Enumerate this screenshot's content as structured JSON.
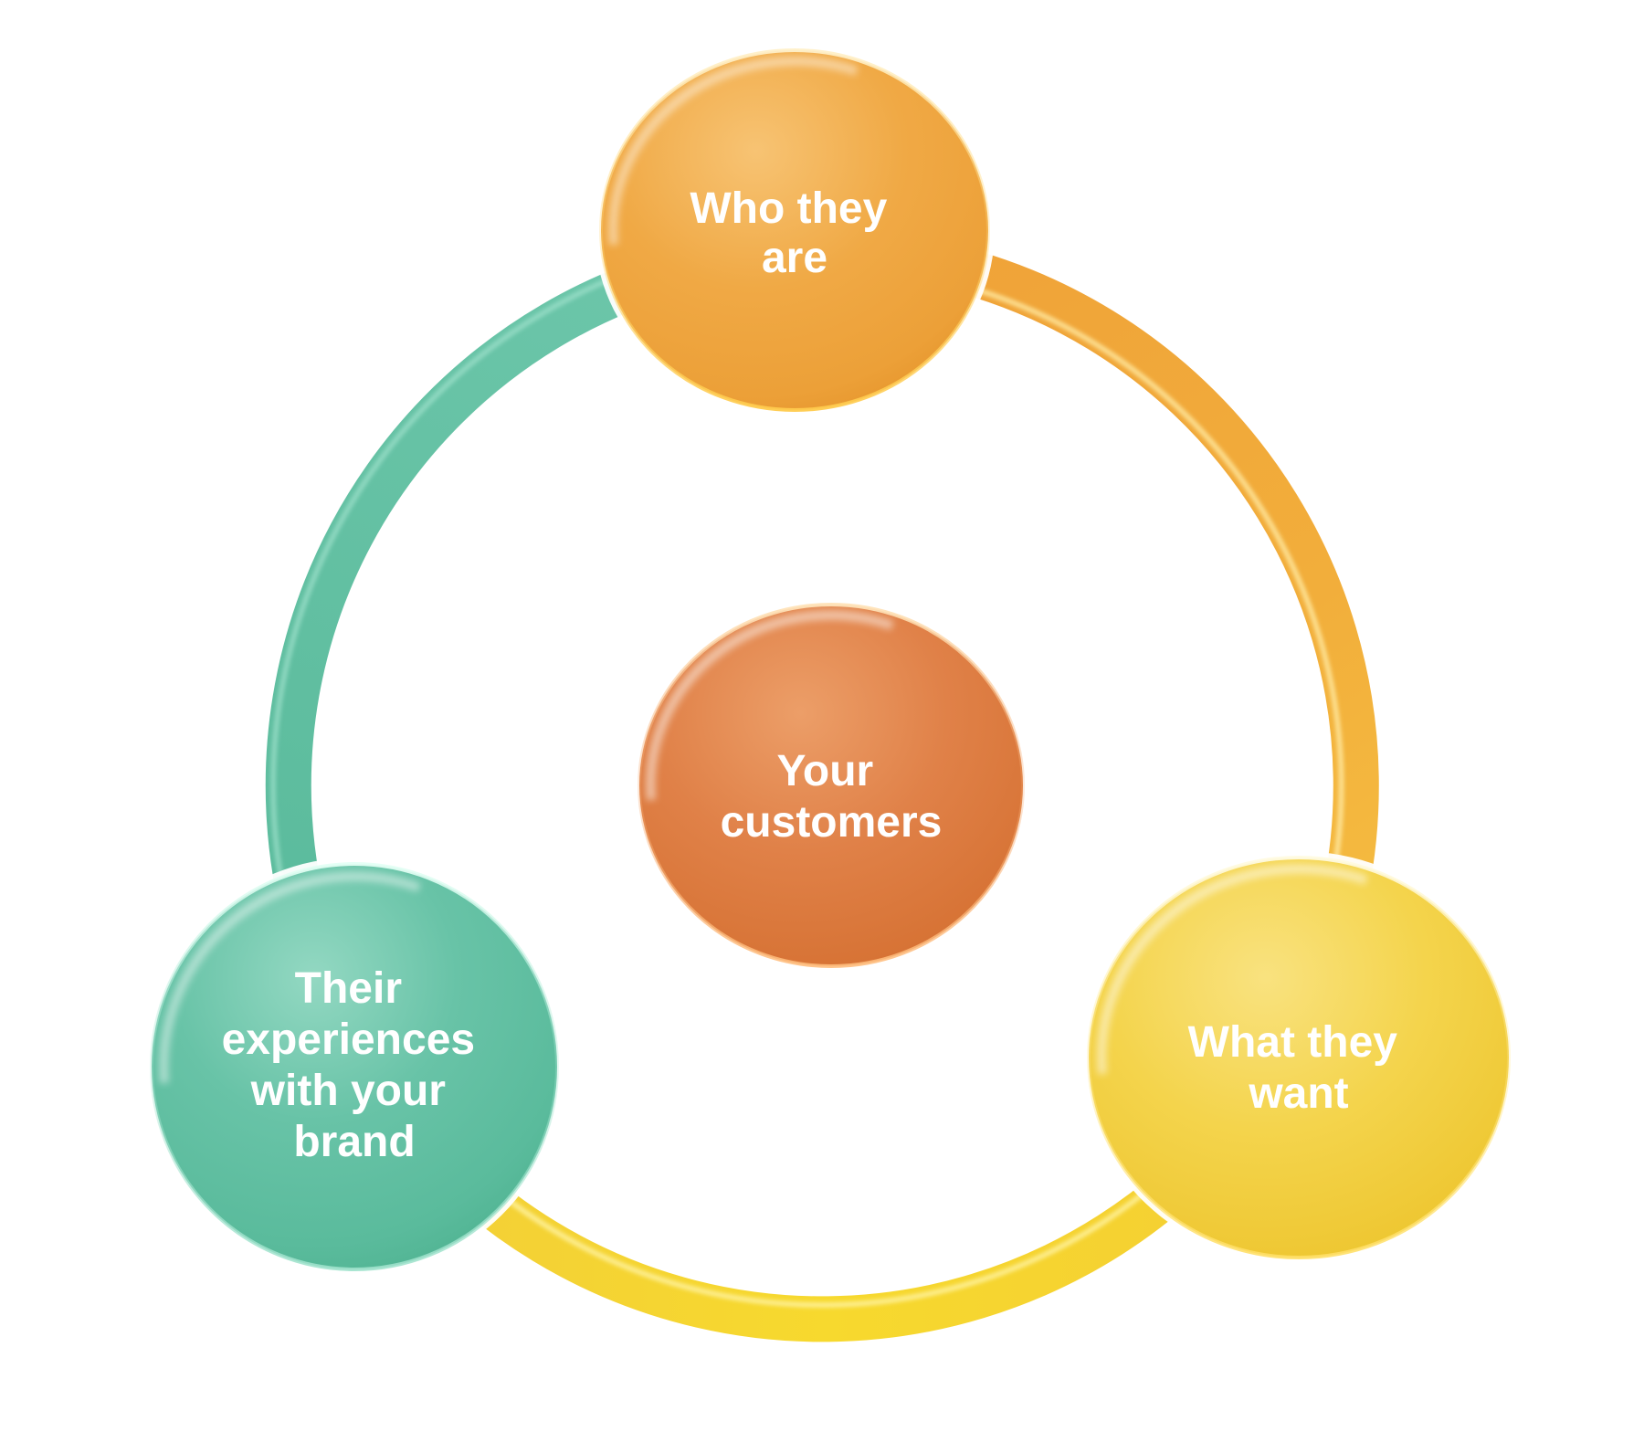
{
  "diagram": {
    "type": "cycle",
    "background_color": "#ffffff",
    "label_text_color": "#ffffff",
    "center_node": {
      "label": "Your customers",
      "lines": [
        "Your",
        "customers"
      ],
      "color": "#e08148",
      "position": "center"
    },
    "outer_nodes": [
      {
        "label": "Who they are",
        "lines": [
          "Who they",
          "are"
        ],
        "color": "#efa43d",
        "position": "top"
      },
      {
        "label": "What they want",
        "lines": [
          "What they",
          "want"
        ],
        "color": "#f3d347",
        "position": "bottom-right"
      },
      {
        "label": "Their experiences with your brand",
        "lines": [
          "Their",
          "experiences",
          "with your",
          "brand"
        ],
        "color": "#5cbc9d",
        "position": "bottom-left"
      }
    ],
    "ring_segments": [
      {
        "name": "left",
        "color": "#5fbf9f"
      },
      {
        "name": "top-right",
        "color": "#f0a53c"
      },
      {
        "name": "bottom",
        "color": "#f5d331"
      }
    ]
  }
}
